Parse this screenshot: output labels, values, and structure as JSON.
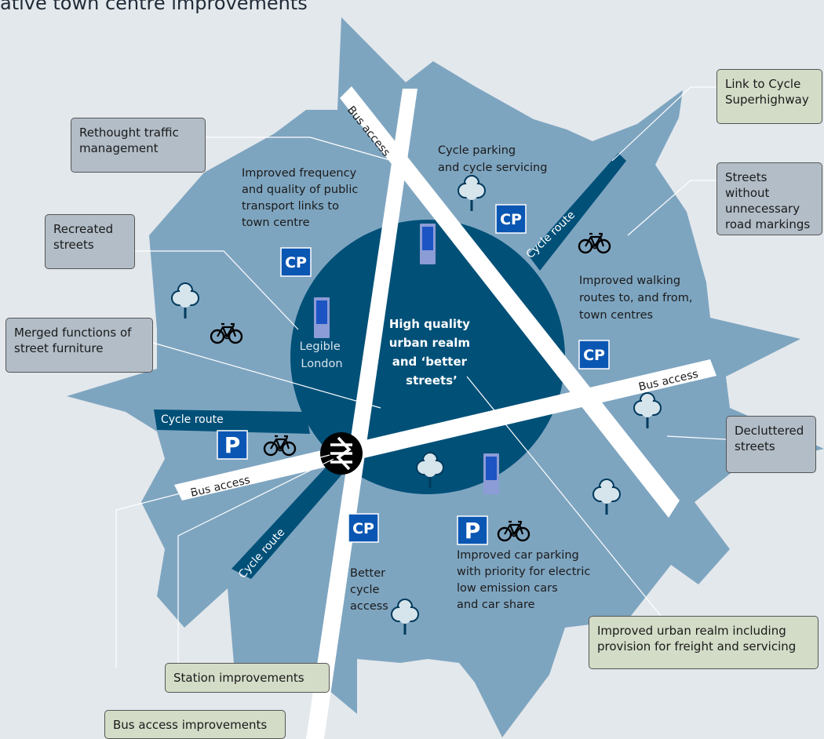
{
  "title": "ative town centre improvements",
  "colors": {
    "background": "#e3e8ec",
    "outer_shape": "#7ea5c0",
    "centre": "#005078",
    "road": "#ffffff",
    "callout_grey": "#b2bdc7",
    "callout_green": "#d3dcc7"
  },
  "diagram": {
    "centre_text": [
      "High quality",
      "urban realm",
      "and ‘better",
      "streets’"
    ],
    "road_labels": {
      "bus_access_top": "Bus access",
      "bus_access_right": "Bus access",
      "bus_access_left": "Bus access",
      "cycle_route_ne": "Cycle route",
      "cycle_route_w": "Cycle route",
      "cycle_route_sw": "Cycle route"
    },
    "texts": {
      "public_transport": [
        "Improved frequency",
        "and quality of public",
        "transport links to",
        "town centre"
      ],
      "cycle_parking": [
        "Cycle parking",
        "and cycle servicing"
      ],
      "walking_routes": [
        "Improved walking",
        "routes to, and from,",
        "town centres"
      ],
      "legible_london": [
        "Legible",
        "London"
      ],
      "better_cycle": [
        "Better",
        "cycle",
        "access"
      ],
      "car_parking": [
        "Improved car parking",
        "with priority for electric",
        "low emission cars",
        "and car share"
      ]
    },
    "cp_sign": "CP",
    "p_sign": "P",
    "icons": [
      "tree-icon",
      "bicycle-icon",
      "cp-sign-icon",
      "parking-sign-icon",
      "legible-london-sign-icon",
      "national-rail-icon"
    ]
  },
  "callouts": {
    "rethought": "Rethought traffic management",
    "recreated": "Recreated streets",
    "merged": "Merged functions of street furniture",
    "cycle_superhighway": "Link to Cycle Superhighway",
    "streets_without": "Streets without unnecessary road markings",
    "decluttered": "Decluttered streets",
    "urban_realm": "Improved urban realm including provision for freight and servicing",
    "station": "Station improvements",
    "bus_access": "Bus access improvements"
  }
}
